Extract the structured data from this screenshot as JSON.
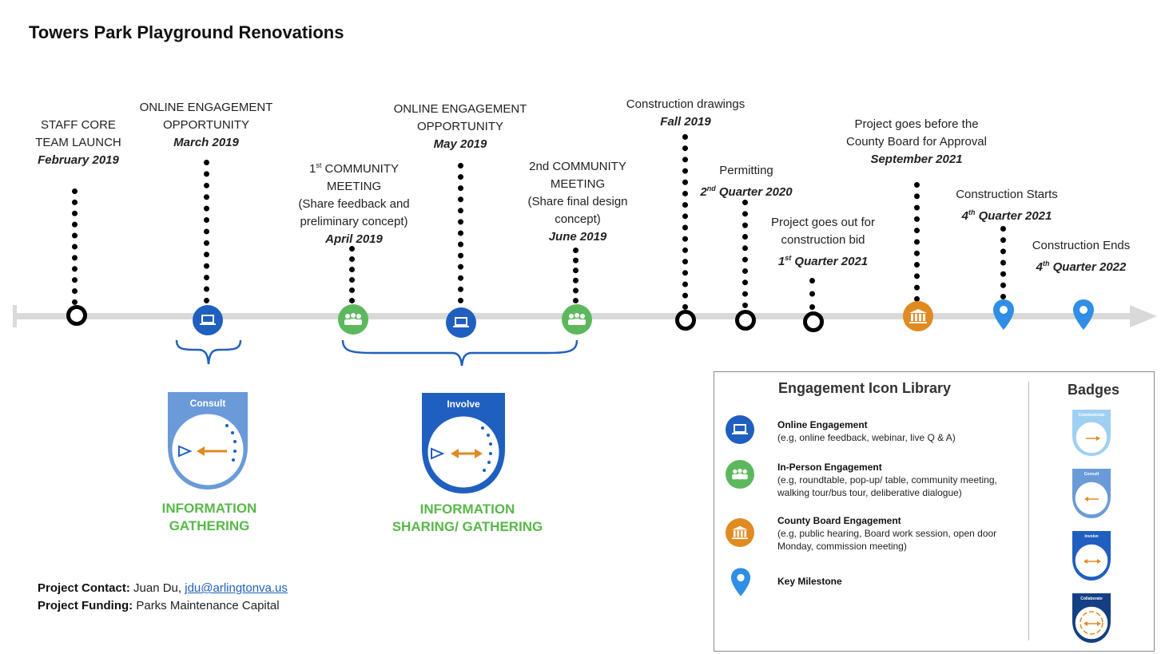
{
  "title": "Towers Park Playground Renovations",
  "milestones": [
    {
      "lines": [
        "STAFF CORE",
        "TEAM LAUNCH"
      ],
      "date": "February 2019",
      "icon": "milestone-dot"
    },
    {
      "lines": [
        "ONLINE ENGAGEMENT",
        "OPPORTUNITY"
      ],
      "date": "March 2019",
      "icon": "online-engagement-icon"
    },
    {
      "lines": [
        "1st COMMUNITY",
        "MEETING",
        "(Share feedback and",
        "preliminary concept)"
      ],
      "date": "April 2019",
      "icon": "in-person-engagement-icon"
    },
    {
      "lines": [
        "ONLINE ENGAGEMENT",
        "OPPORTUNITY"
      ],
      "date": "May 2019",
      "icon": "online-engagement-icon"
    },
    {
      "lines": [
        "2nd COMMUNITY",
        "MEETING",
        "(Share final design",
        "concept)"
      ],
      "date": "June 2019",
      "icon": "in-person-engagement-icon"
    },
    {
      "lines": [
        "Construction drawings"
      ],
      "date": "Fall 2019",
      "icon": "milestone-dot"
    },
    {
      "lines": [
        "Permitting"
      ],
      "date": "2nd Quarter 2020",
      "icon": "milestone-dot"
    },
    {
      "lines": [
        "Project goes out for",
        "construction bid"
      ],
      "date": "1st Quarter 2021",
      "icon": "milestone-dot"
    },
    {
      "lines": [
        "Project goes before the",
        "County Board for Approval"
      ],
      "date": "September 2021",
      "icon": "county-board-engagement-icon"
    },
    {
      "lines": [
        "Construction Starts"
      ],
      "date": "4th Quarter 2021",
      "icon": "key-milestone-icon"
    },
    {
      "lines": [
        "Construction Ends"
      ],
      "date": "4th Quarter 2022",
      "icon": "key-milestone-icon"
    }
  ],
  "phases": [
    {
      "badge": "Consult",
      "label_lines": [
        "INFORMATION",
        "GATHERING"
      ]
    },
    {
      "badge": "Involve",
      "label_lines": [
        "INFORMATION",
        "SHARING/ GATHERING"
      ]
    }
  ],
  "contact": {
    "contact_label": "Project Contact:",
    "contact_name": "Juan Du,",
    "contact_email": "jdu@arlingtonva.us",
    "funding_label": "Project Funding:",
    "funding_value": "Parks Maintenance Capital"
  },
  "legend": {
    "title": "Engagement Icon Library",
    "badges_title": "Badges",
    "items": [
      {
        "name": "Online Engagement",
        "desc": "(e.g, online feedback, webinar, live Q & A)",
        "icon": "online-engagement-icon"
      },
      {
        "name": "In-Person Engagement",
        "desc": "(e.g, roundtable, pop-up/ table, community meeting, walking tour/bus tour, deliberative dialogue)",
        "icon": "in-person-engagement-icon"
      },
      {
        "name": "County Board Engagement",
        "desc": "(e.g, public hearing, Board work session, open door Monday, commission meeting)",
        "icon": "county-board-engagement-icon"
      },
      {
        "name": "Key Milestone",
        "desc": "",
        "icon": "key-milestone-icon"
      }
    ],
    "badges": [
      "Communicate",
      "Consult",
      "Involve",
      "Collaborate"
    ]
  },
  "colors": {
    "online": "#1f5fbf",
    "in_person": "#5cb85c",
    "county_board": "#e08a22",
    "key_milestone": "#2f8ee6",
    "timeline": "#d9d9d9",
    "phase_text": "#58b84a"
  }
}
